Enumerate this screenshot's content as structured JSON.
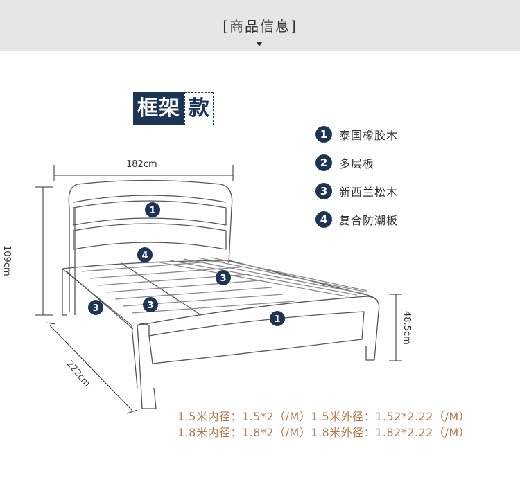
{
  "header": {
    "title": "[商品信息]"
  },
  "badge": {
    "left": "框架",
    "right": "款"
  },
  "legend": [
    {
      "num": "1",
      "label": "泰国橡胶木"
    },
    {
      "num": "2",
      "label": "多层板"
    },
    {
      "num": "3",
      "label": "新西兰松木"
    },
    {
      "num": "4",
      "label": "复合防潮板"
    }
  ],
  "dimensions": {
    "width": "182cm",
    "height": "109cm",
    "length": "222cm",
    "bed_height": "48.5cm"
  },
  "markers": {
    "headboard": "1",
    "rail_top": "4",
    "slats_center": "3",
    "slats_left": "3",
    "side_rail": "3",
    "footboard": "1"
  },
  "specs": [
    "1.5米内径：1.5*2（/M）1.5米外径：1.52*2.22（/M）",
    "1.8米内径：1.8*2（/M）1.8米外径：1.82*2.22（/M）"
  ],
  "colors": {
    "navy": "#1c3557",
    "spec_text": "#b8794a",
    "header_bg": "#e6e6e6"
  }
}
